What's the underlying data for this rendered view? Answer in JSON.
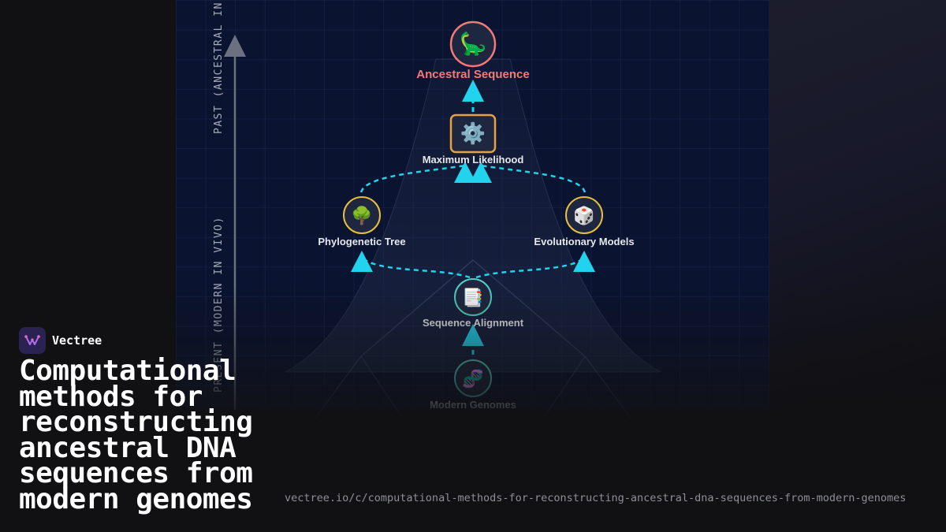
{
  "brand": {
    "name": "Vectree"
  },
  "title": "Computational methods for reconstructing ancestral DNA sequences from modern genomes",
  "url": "vectree.io/c/computational-methods-for-reconstructing-ancestral-dna-sequences-from-modern-genomes",
  "axis": {
    "past_label": "PAST (ANCESTRAL IN",
    "present_label": "PRESENT (MODERN IN VIVO)"
  },
  "nodes": {
    "ancestral": {
      "label": "Ancestral Sequence",
      "icon": "dinosaur-icon",
      "glyph": "🦕",
      "color": "#f27a7a"
    },
    "likelihood": {
      "label": "Maximum Likelihood",
      "icon": "gear-icon",
      "glyph": "⚙️",
      "color": "#e8a040"
    },
    "tree": {
      "label": "Phylogenetic Tree",
      "icon": "tree-icon",
      "glyph": "🌳",
      "color": "#e8c040"
    },
    "models": {
      "label": "Evolutionary Models",
      "icon": "dice-icon",
      "glyph": "🎲",
      "color": "#e8c040"
    },
    "alignment": {
      "label": "Sequence Alignment",
      "icon": "bookmark-tabs-icon",
      "glyph": "📑",
      "color": "#4fd1c5"
    },
    "genomes": {
      "label": "Modern Genomes",
      "icon": "dna-icon",
      "glyph": "🧬",
      "color": "#4fd1c5"
    }
  },
  "colors": {
    "arrow": "#22d3ee",
    "panel": "#0a1330",
    "label": "#e6e8ee"
  }
}
